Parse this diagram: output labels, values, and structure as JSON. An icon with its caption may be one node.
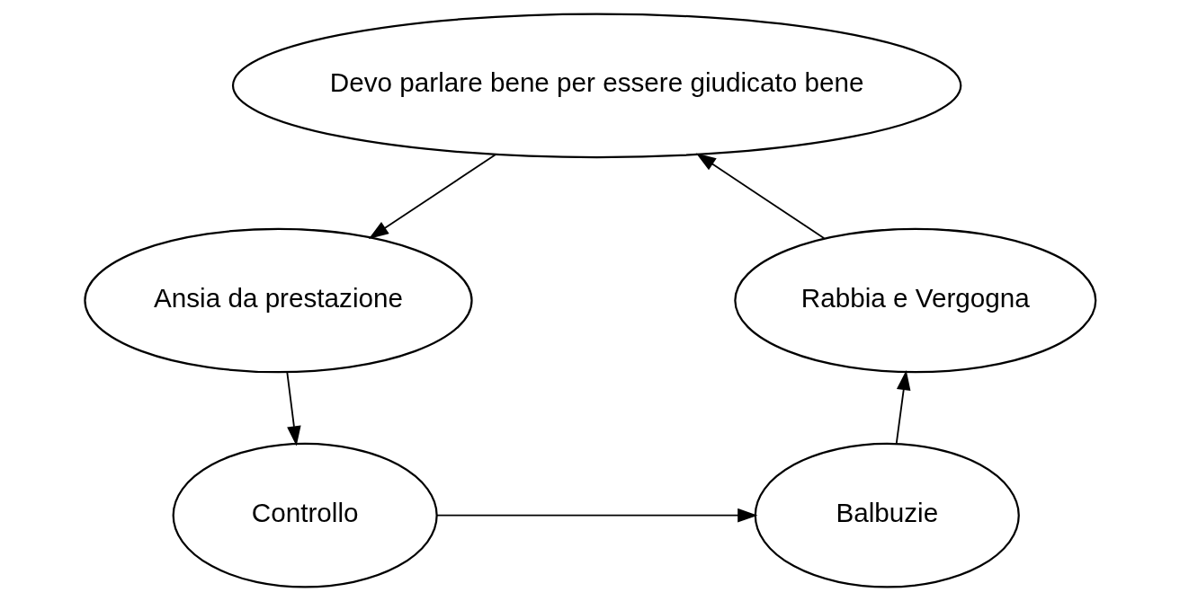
{
  "diagram": {
    "nodes": [
      {
        "text": [
          "Devo parlare bene per essere giudicato bene"
        ]
      },
      {
        "text": [
          "Ansia da prestazione"
        ]
      },
      {
        "text": [
          "Controllo"
        ]
      },
      {
        "text": [
          "Balbuzie"
        ]
      },
      {
        "text": [
          "Rabbia e Vergogna"
        ]
      }
    ],
    "edges": [
      {
        "from": 0,
        "to": 1,
        "arrow": "to"
      },
      {
        "from": 1,
        "to": 2,
        "arrow": "to"
      },
      {
        "from": 2,
        "to": 3,
        "arrow": "to"
      },
      {
        "from": 3,
        "to": 4,
        "arrow": "to"
      },
      {
        "from": 4,
        "to": 0,
        "arrow": "to"
      }
    ]
  }
}
